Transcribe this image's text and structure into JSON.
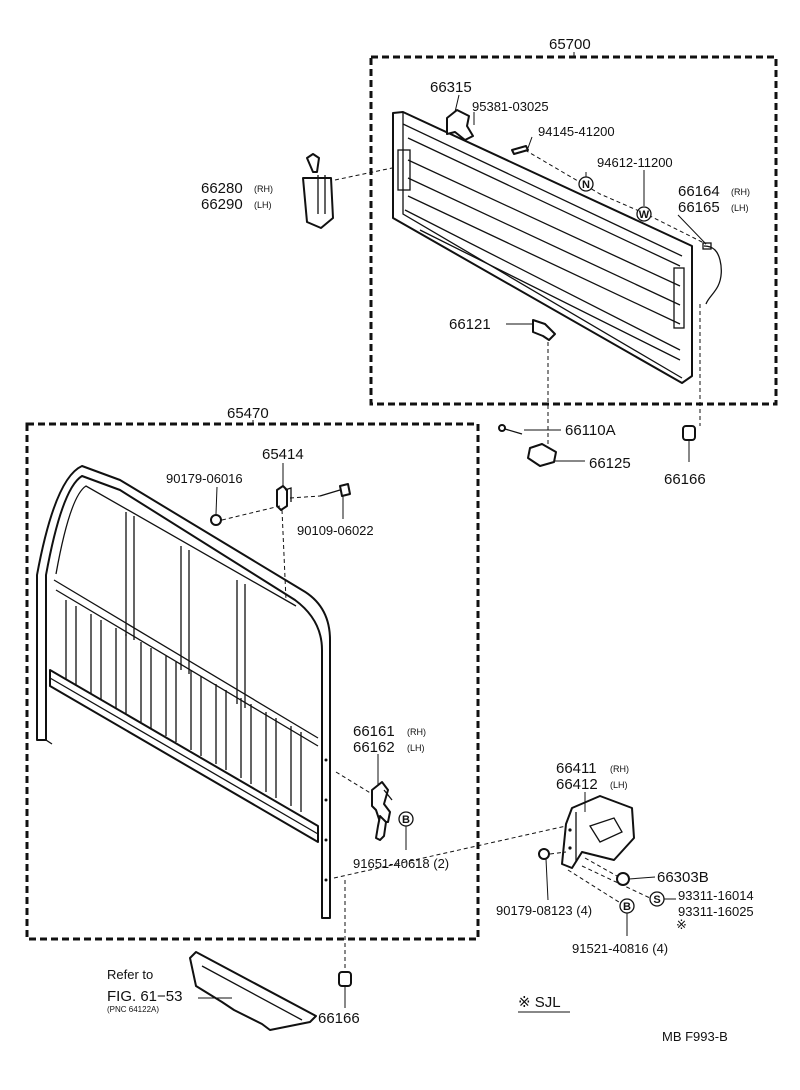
{
  "labels": {
    "tailgate_assy": "65700",
    "hinge_upper": "66315",
    "bolt_95381": "95381-03025",
    "pin_94145": "94145-41200",
    "washer_94612": "94612-11200",
    "cable_rh": "66164",
    "cable_lh": "66165",
    "cable_rh_suffix": "(RH)",
    "cable_lh_suffix": "(LH)",
    "chain_rh": "66280",
    "chain_lh": "66290",
    "chain_rh_suffix": "(RH)",
    "chain_lh_suffix": "(LH)",
    "hook_66121": "66121",
    "pin_66110a": "66110A",
    "bracket_66125": "66125",
    "stopper_66166_top": "66166",
    "rack_assy": "65470",
    "bracket_65414": "65414",
    "nut_90179_06016": "90179-06016",
    "bolt_90109": "90109-06022",
    "latch_rh": "66161",
    "latch_lh": "66162",
    "latch_rh_suffix": "(RH)",
    "latch_lh_suffix": "(LH)",
    "screw_91651": "91651-40618 (2)",
    "plate_rh": "66411",
    "plate_lh": "66412",
    "plate_rh_suffix": "(RH)",
    "plate_lh_suffix": "(LH)",
    "bushing_66303b": "66303B",
    "nut_90179_08123": "90179-08123 (4)",
    "bolt_93311_16014": "93311-16014",
    "bolt_93311_16025": "93311-16025",
    "asterisk": "※",
    "bolt_91521": "91521-40816 (4)",
    "refer_line1": "Refer to",
    "refer_line2": "FIG. 61−53",
    "refer_line3": "(PNC 64122A)",
    "stopper_66166_bottom": "66166",
    "legend": "※ SJL",
    "figure_code": "MB F993-B"
  },
  "badges": {
    "n": "N",
    "w": "W",
    "b1": "B",
    "b2": "B",
    "s": "S"
  }
}
